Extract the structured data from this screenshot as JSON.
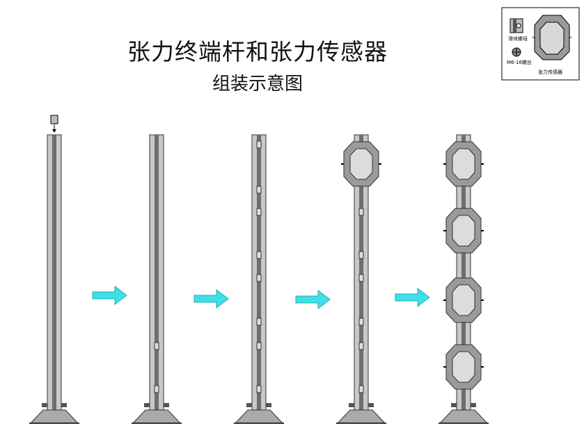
{
  "title": "张力终端杆和张力传感器",
  "subtitle": "组装示意图",
  "legend": {
    "bolt_label": "滑块螺母",
    "screw_label": "M6-16螺丝",
    "sensor_label": "张力传感器"
  },
  "steps": [
    {
      "pole": "plain",
      "sensors": 0
    },
    {
      "pole": "nuts-bottom",
      "sensors": 0
    },
    {
      "pole": "nuts-full",
      "sensors": 0
    },
    {
      "pole": "nuts-full",
      "sensors": 1
    },
    {
      "pole": "nuts-full",
      "sensors": 4
    }
  ],
  "colors": {
    "pole": "#a8a8a8",
    "pole_dark": "#6e6e6e",
    "sensor_outer": "#9a9a9a",
    "sensor_inner": "#d8d8d8",
    "arrow": "#3ee0e6",
    "arrow_edge": "#2aa8b0"
  },
  "icons": [
    "slide-nut-icon",
    "screw-icon",
    "sensor-icon",
    "arrow-right-icon"
  ]
}
